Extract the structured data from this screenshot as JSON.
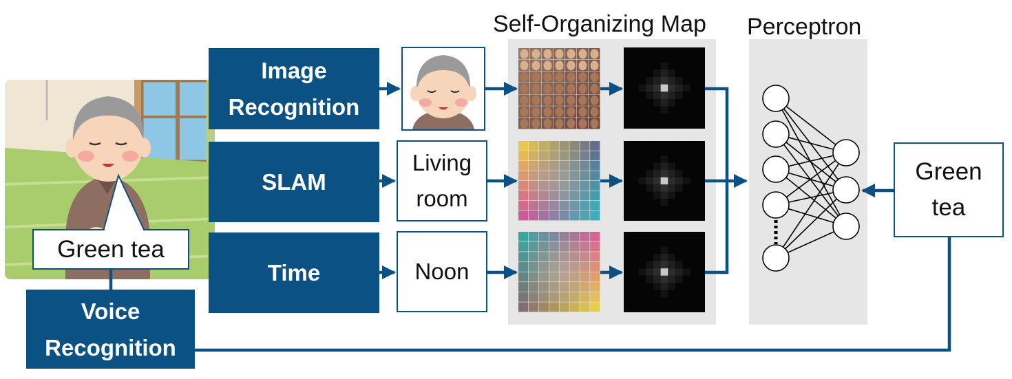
{
  "headers": {
    "som": "Self-Organizing Map",
    "perceptron": "Perceptron"
  },
  "modules": {
    "image_recognition": [
      "Image",
      "Recognition"
    ],
    "slam": "SLAM",
    "time": "Time",
    "voice_recognition": [
      "Voice",
      "Recognition"
    ]
  },
  "values": {
    "location": [
      "Living",
      "room"
    ],
    "time_of_day": "Noon",
    "speech_bubble": "Green tea",
    "output": [
      "Green",
      "tea"
    ]
  },
  "colors": {
    "module_fill": "#0c5184",
    "arrow": "#0c5184",
    "panel": "#e6e6e6"
  },
  "icons": {
    "person_photo": "elderly-man-in-room-illustration",
    "face_thumbnail": "elderly-man-face-icon"
  }
}
